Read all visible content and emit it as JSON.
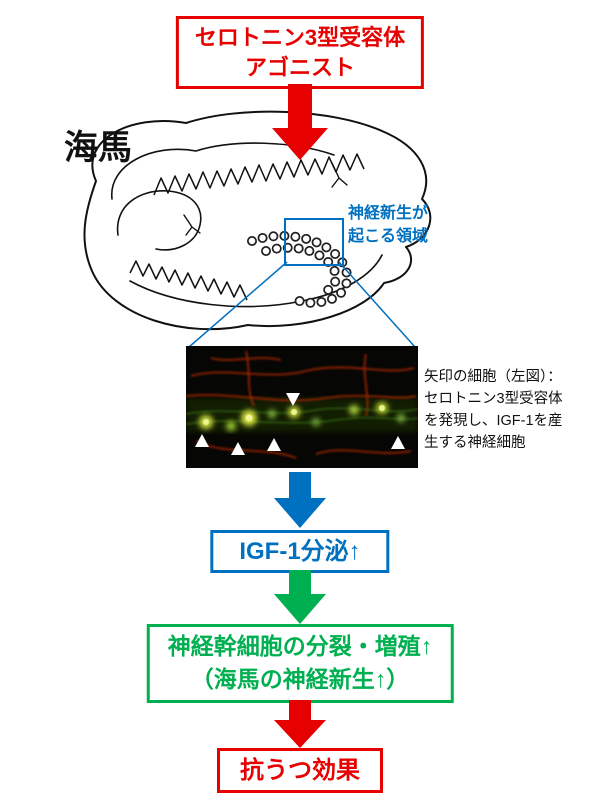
{
  "colors": {
    "red": "#e60000",
    "blue": "#0070c0",
    "green": "#00b050",
    "sketch_ink": "#111111",
    "highlight_blue": "#0070c0"
  },
  "top_box": {
    "line1": "セロトニン3型受容体",
    "line2": "アゴニスト"
  },
  "hippocampus_label": "海馬",
  "region_label": {
    "line1": "神経新生が",
    "line2": "起こる領域"
  },
  "micrograph_caption": {
    "line1": "矢印の細胞（左図）：",
    "line2": "セロトニン3型受容体",
    "line3": "を発現し、IGF-1を産",
    "line4": "生する神経細胞"
  },
  "igf_box": {
    "text": "IGF-1分泌",
    "arrow": "↑"
  },
  "green_box": {
    "line1": "神経幹細胞の分裂・増殖↑",
    "line2": "（海馬の神経新生↑）"
  },
  "bottom_box": {
    "text": "抗うつ効果"
  }
}
